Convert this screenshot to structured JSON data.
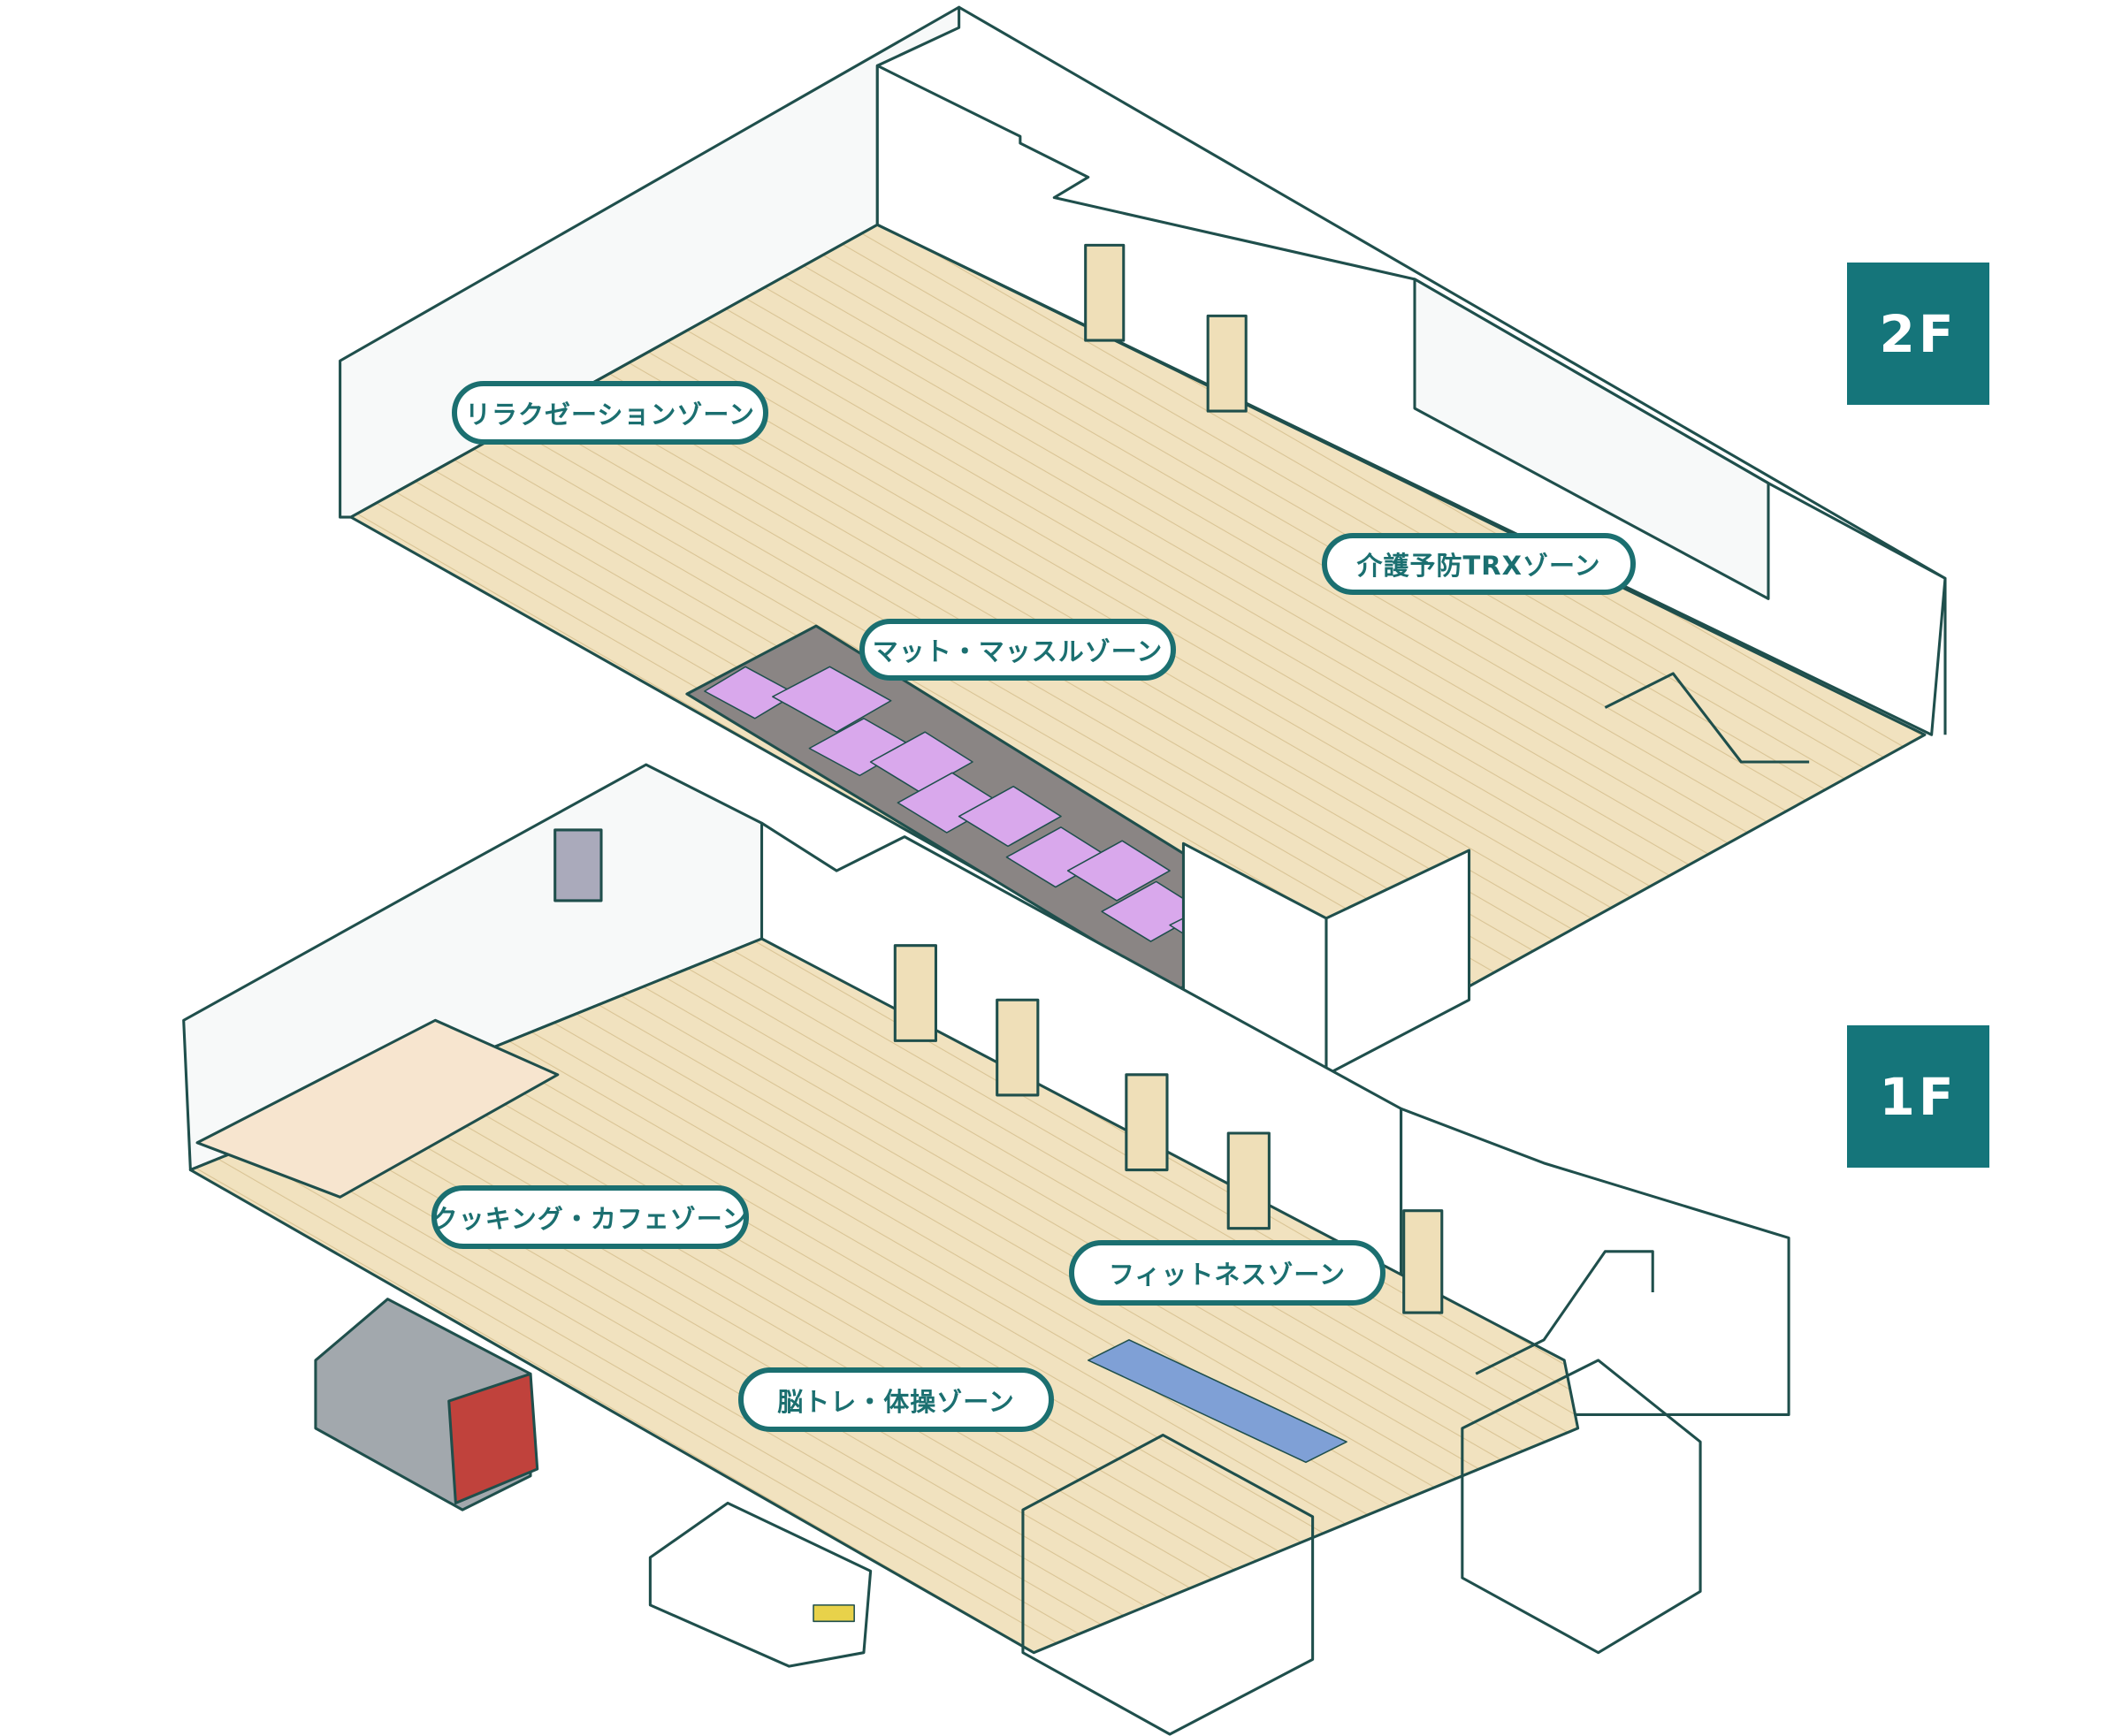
{
  "floors": {
    "second": {
      "badge": "2F"
    },
    "first": {
      "badge": "1F"
    }
  },
  "zones": {
    "relaxation": "リラクゼーションゾーン",
    "trx": "介護予防TRXゾーン",
    "mat_muscle": "マット・マッスルゾーン",
    "cooking_cafe": "クッキング・カフェゾーン",
    "fitness": "フィットネスゾーン",
    "brain_exercise": "脳トレ・体操ゾーン"
  },
  "colors": {
    "accent": "#15757a",
    "outline": "#1f4f4c",
    "floor": "#efdfb8",
    "mat_area": "#8a8584",
    "mat": "#d9a8ec"
  }
}
